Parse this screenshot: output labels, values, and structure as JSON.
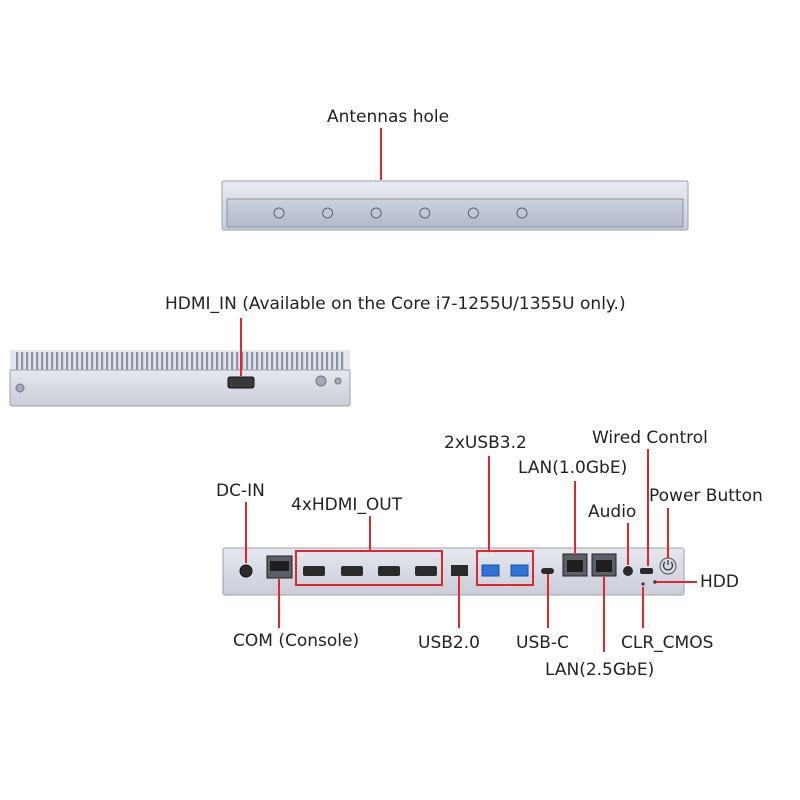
{
  "colors": {
    "leader": "#e0262f",
    "panel": "#d4d8e3",
    "panel_dark": "#b7bccb",
    "port": "#2a2a2a",
    "usb3": "#2f73d8",
    "text": "#222222"
  },
  "views": {
    "top": {
      "callout": "Antennas hole",
      "antenna_holes": 6
    },
    "side": {
      "callout": "HDMI_IN (Available on the Core i7-1255U/1355U only.)"
    },
    "rear": {
      "dc_in": "DC-IN",
      "hdmi_out": "4xHDMI_OUT",
      "usb32": "2xUSB3.2",
      "lan1": "LAN(1.0GbE)",
      "wired_control": "Wired Control",
      "audio": "Audio",
      "power_button": "Power Button",
      "hdd": "HDD",
      "com": "COM (Console)",
      "usb20": "USB2.0",
      "usbc": "USB-C",
      "lan25": "LAN(2.5GbE)",
      "clr_cmos": "CLR_CMOS"
    }
  }
}
